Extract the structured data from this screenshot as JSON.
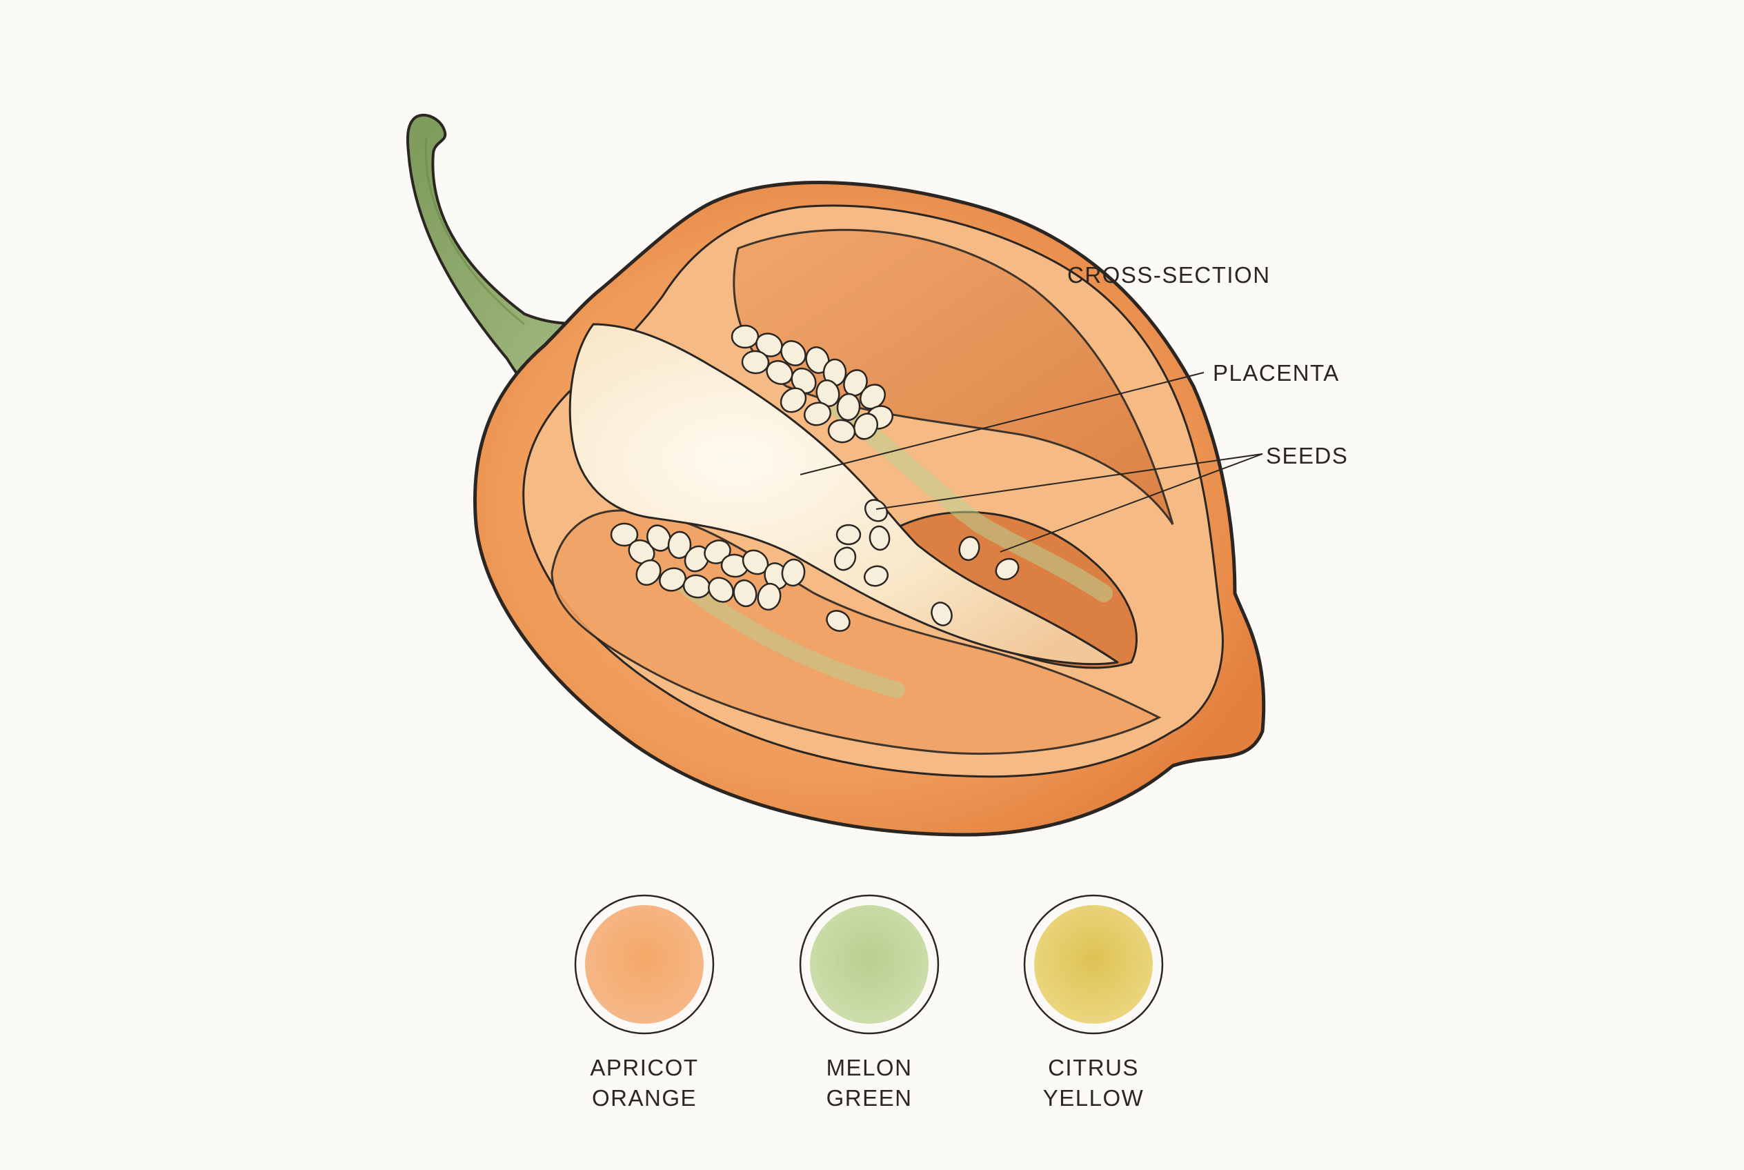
{
  "labels": {
    "cross_section": "CROSS-SECTION",
    "placenta": "PLACENTA",
    "seeds": "SEEDS"
  },
  "palette": [
    {
      "line1": "APRICOT",
      "line2": "ORANGE",
      "color": "#f2a063"
    },
    {
      "line1": "MELON",
      "line2": "GREEN",
      "color": "#bfd49a"
    },
    {
      "line1": "CITRUS",
      "line2": "YELLOW",
      "color": "#e4cc62"
    }
  ],
  "colors": {
    "ink": "#2b2622",
    "flesh_outer": "#ec9352",
    "flesh_inner": "#f5b27a",
    "cavity": "#e08a4c",
    "placenta": "#fbefd9",
    "stem": "#8fa868",
    "seed": "#f7eedb"
  }
}
